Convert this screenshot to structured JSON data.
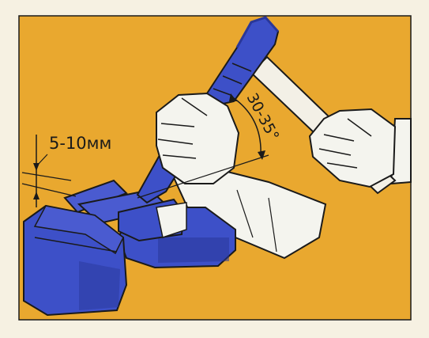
{
  "labels": {
    "thickness": "5-10мм",
    "angle": "30-35°"
  },
  "colors": {
    "background": "#E9A82F",
    "frame": "#F6F1E2",
    "vise_blue": "#3D50C8",
    "vise_dark": "#2A3799",
    "steel_blue": "#4A5BD0",
    "glove": "#F4F4EE",
    "handle": "#F3F0E6",
    "outline": "#1A1A1A"
  },
  "icons": [
    "vise-illustration",
    "chisel-illustration",
    "hammer-illustration",
    "gloved-hand-illustration"
  ]
}
